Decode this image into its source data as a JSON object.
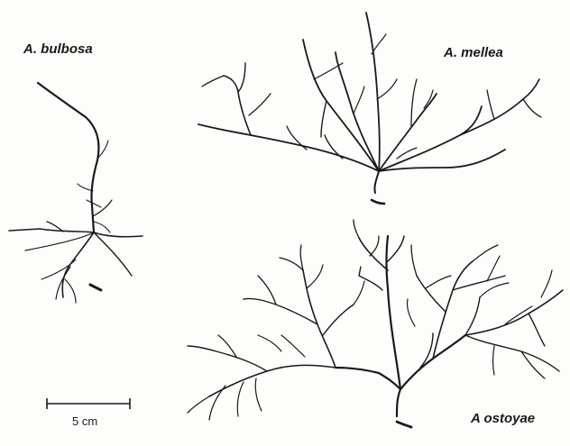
{
  "labels": {
    "bulbosa": "A. bulbosa",
    "mellea": "A. mellea",
    "ostoyae": "A ostoyae"
  },
  "scale_bar": {
    "label": "5 cm"
  },
  "colors": {
    "ink": "#1a1a1a",
    "paper": "#fdfdfb"
  }
}
